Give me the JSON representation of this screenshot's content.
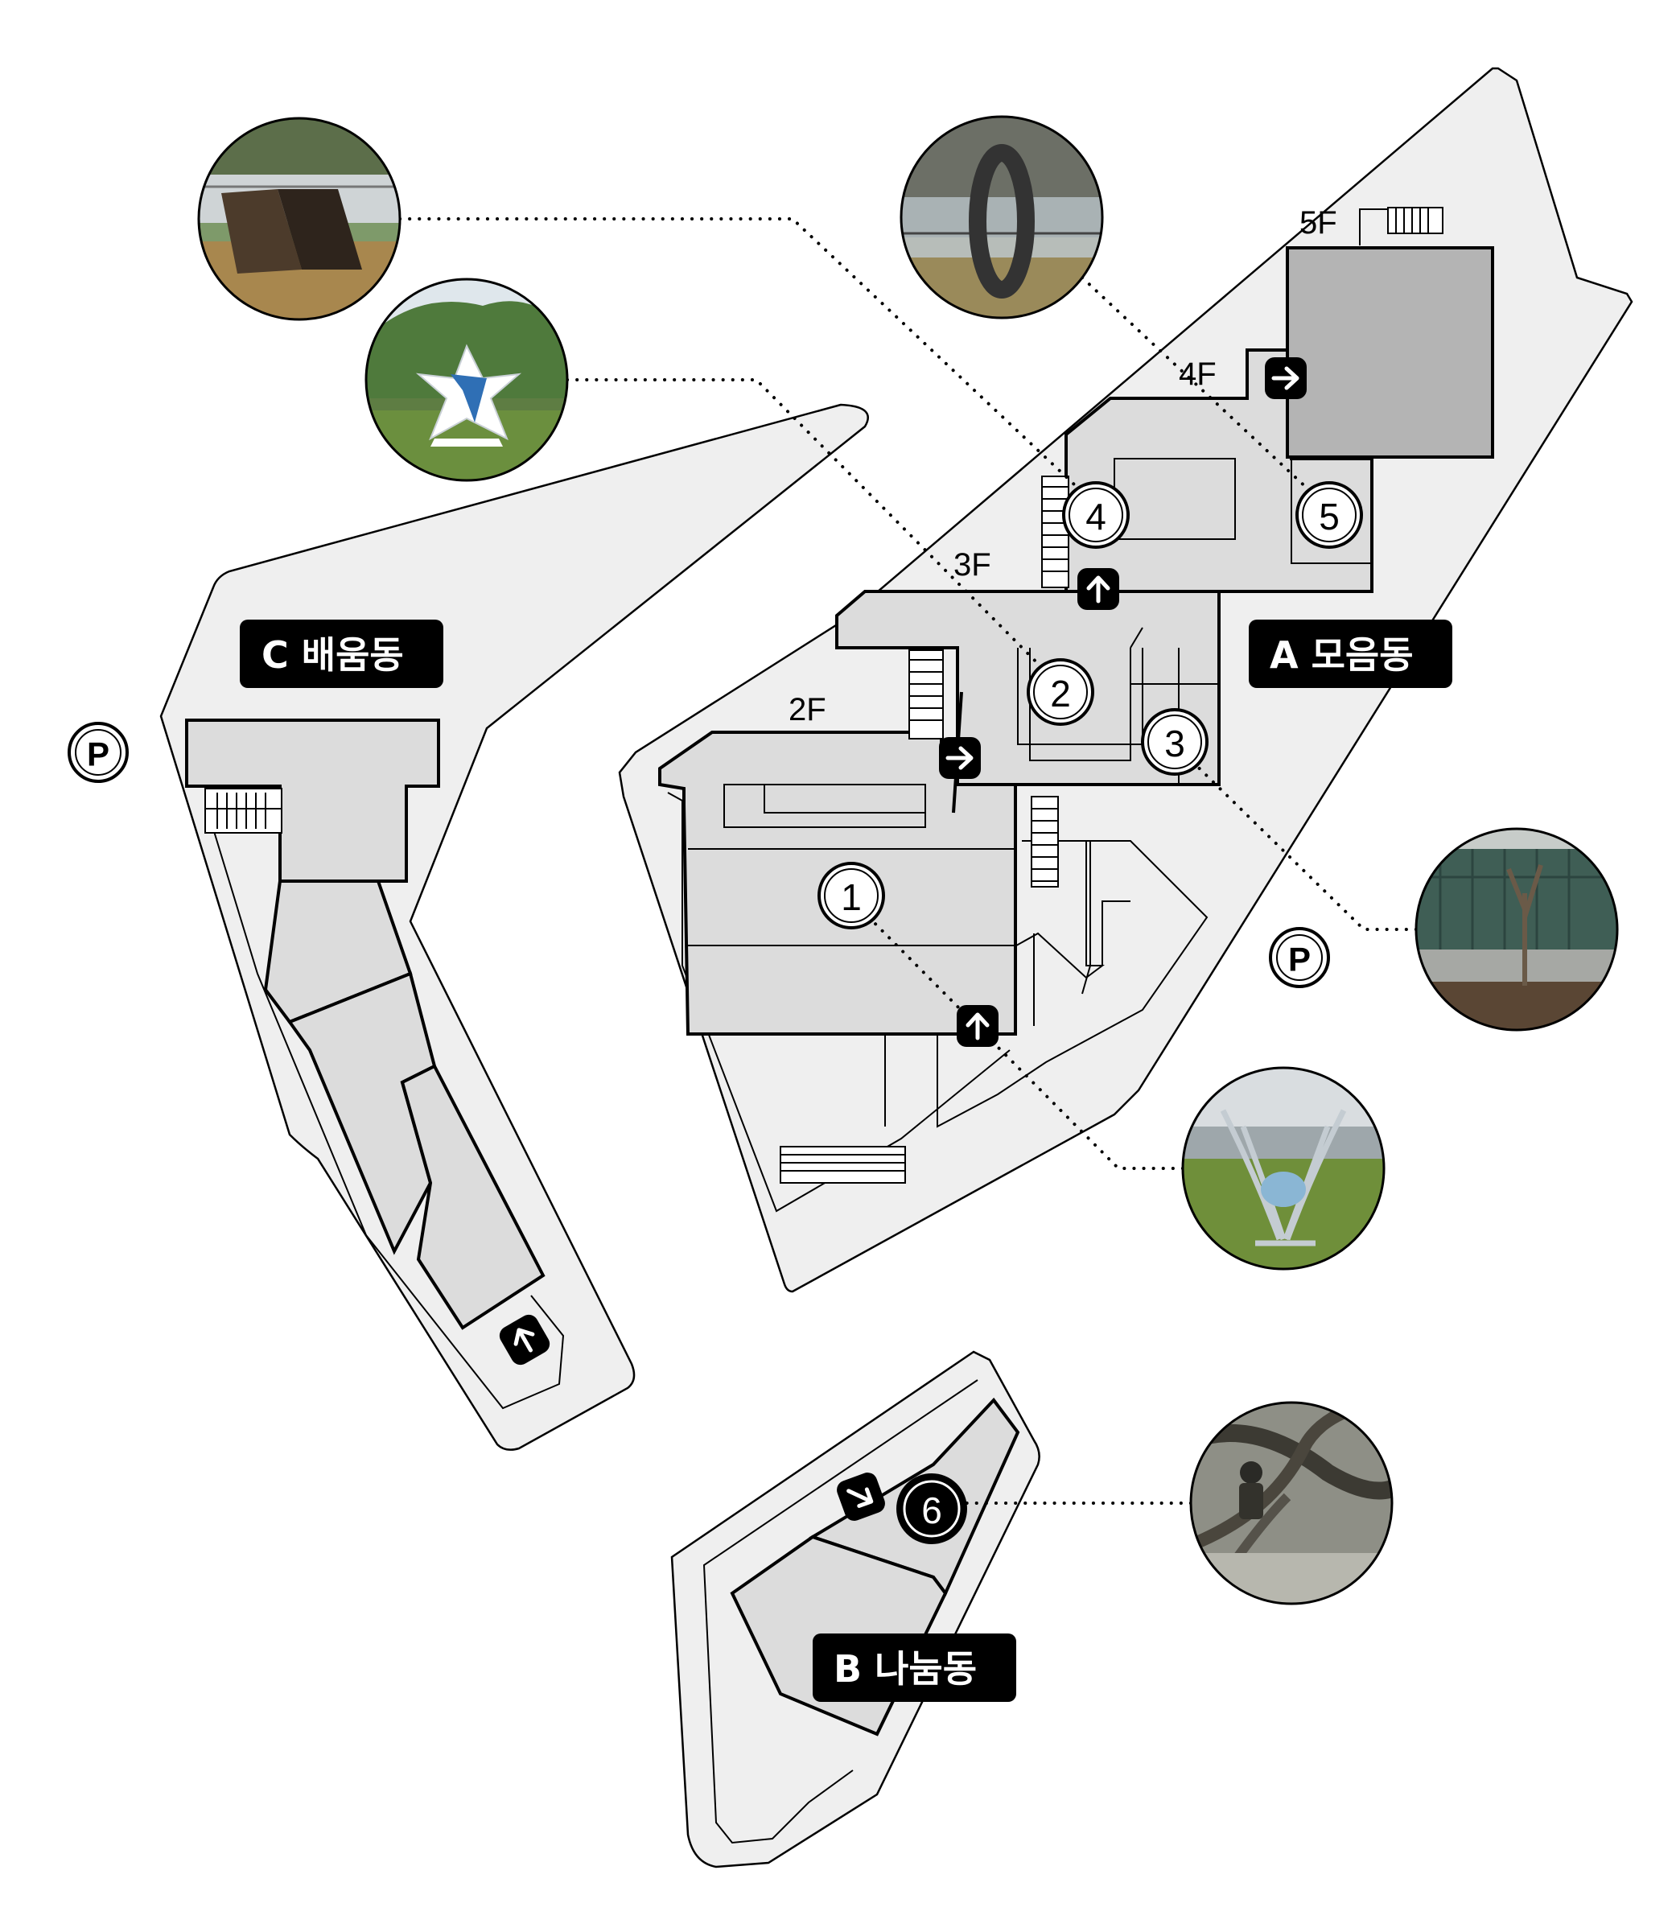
{
  "buildings": [
    {
      "id": "A",
      "label": "A 모음동"
    },
    {
      "id": "B",
      "label": "B 나눔동"
    },
    {
      "id": "C",
      "label": "C 배움동"
    }
  ],
  "floors": [
    "2F",
    "3F",
    "4F",
    "5F"
  ],
  "artworks": [
    "1",
    "2",
    "3",
    "4",
    "5",
    "6"
  ],
  "parking_symbol": "P",
  "photos": [
    {
      "id": "photo-1",
      "depicts": "steel-plate-sculpture-photo"
    },
    {
      "id": "photo-2",
      "depicts": "blue-white-star-sculpture-photo"
    },
    {
      "id": "photo-3",
      "depicts": "building-facade-with-tree-photo"
    },
    {
      "id": "photo-4",
      "depicts": "silver-flower-sculpture-photo"
    },
    {
      "id": "photo-5",
      "depicts": "dark-ring-sculpture-photo"
    },
    {
      "id": "photo-6",
      "depicts": "figure-in-tree-sculpture-photo"
    }
  ],
  "colors": {
    "site_fill": "#efefef",
    "building_fill": "#dcdcdc",
    "upper_floor_fill": "#b4b4b4",
    "label_bg": "#000000",
    "label_text": "#ffffff"
  }
}
